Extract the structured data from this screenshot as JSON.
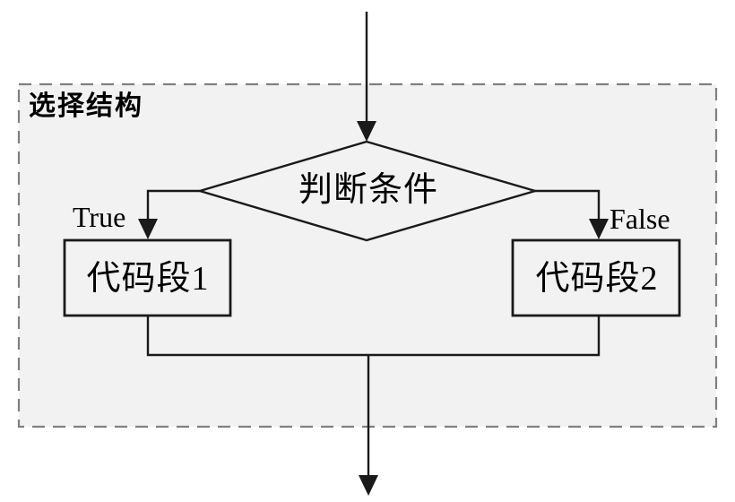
{
  "diagram": {
    "container_label": "选择结构",
    "decision_label": "判断条件",
    "true_branch_label": "True",
    "false_branch_label": "False",
    "code_block_1_label": "代码段1",
    "code_block_2_label": "代码段2"
  },
  "colors": {
    "canvas_bg": "#ffffff",
    "container_fill": "#f2f2f2",
    "container_border": "#808080",
    "node_fill": "#f2f2f2",
    "line": "#1a1a1a",
    "text": "#000000"
  }
}
